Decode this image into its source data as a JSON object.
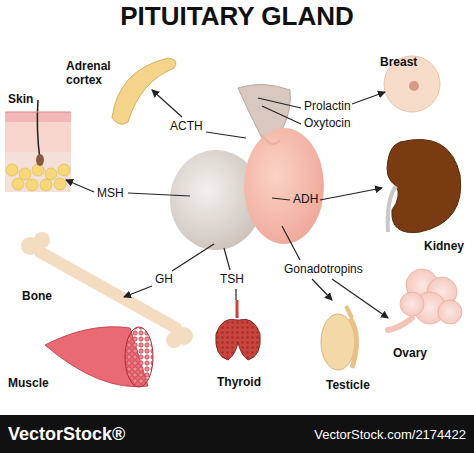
{
  "diagram": {
    "title": "PITUITARY GLAND",
    "labels": [
      "Adrenal cortex",
      "Skin",
      "ACTH",
      "MSH",
      "GH",
      "TSH",
      "Prolactin",
      "Oxytocin",
      "ADH",
      "Gonadotropins",
      "Breast",
      "Kidney",
      "Bone",
      "Muscle",
      "Thyroid",
      "Testicle",
      "Ovary",
      "VectorStock®",
      "VectorStock.com/2174422"
    ]
  }
}
